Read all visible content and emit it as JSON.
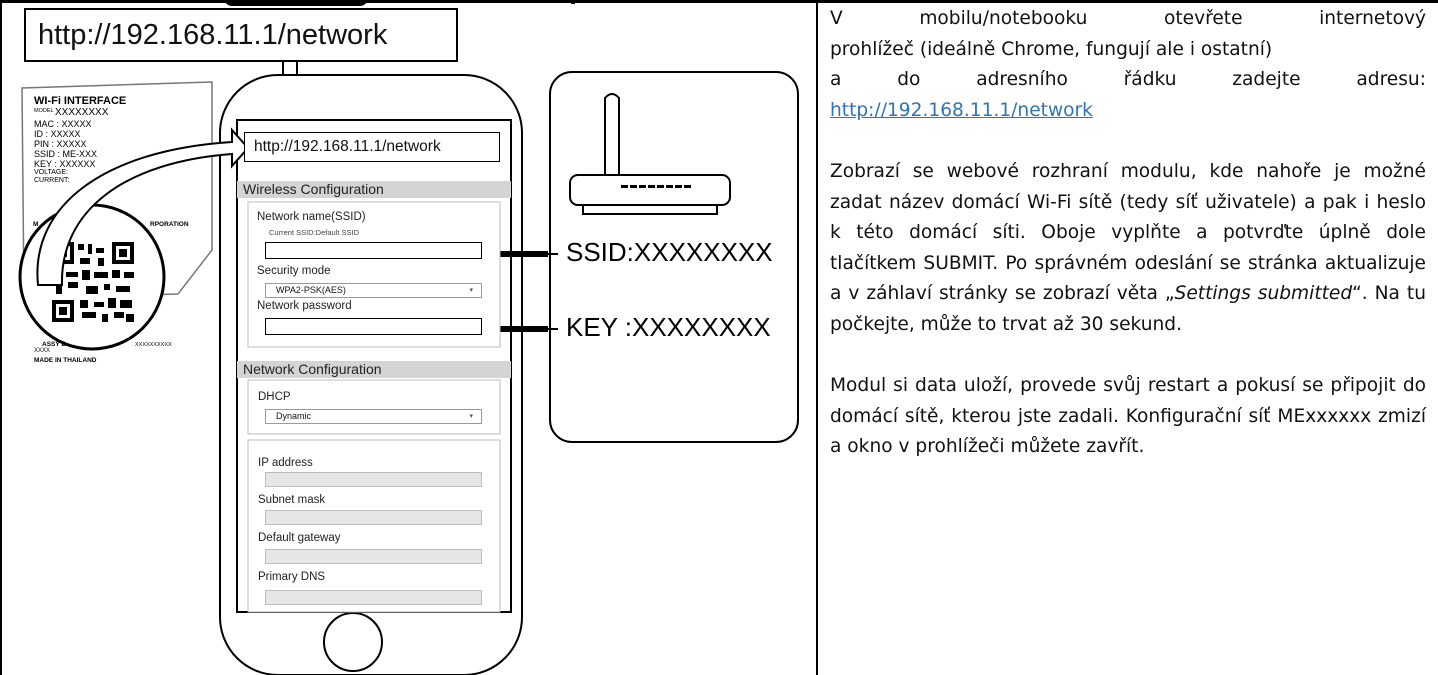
{
  "illustration": {
    "big_url": "http://192.168.11.1/network",
    "label_card": {
      "title": "WI-Fi INTERFACE",
      "model_key": "MODEL",
      "model_val": "XXXXXXXX",
      "mac": "MAC    : XXXXX",
      "id": "ID     : XXXXX",
      "pin": "PIN    : XXXXX",
      "ssid": "SSID : ME-XXX",
      "key": "KEY   : XXXXXX",
      "voltage": "VOLTAGE:",
      "current": "CURRENT:",
      "corp": "RPORATION",
      "corp_left": "M",
      "assy": "ASSY D",
      "assy_val": "XXXXXXXXXX",
      "assy_left": "XXXX",
      "made_in": "MADE IN THAILAND"
    },
    "phone": {
      "url": "http://192.168.11.1/network",
      "wireless_section": "Wireless Configuration",
      "ssid_label": "Network name(SSID)",
      "ssid_hint": "Current SSID:Default SSID",
      "security_label": "Security mode",
      "security_value": "WPA2-PSK(AES)",
      "password_label": "Network password",
      "network_section": "Network Configuration",
      "dhcp_label": "DHCP",
      "dhcp_value": "Dynamic",
      "ip_label": "IP address",
      "subnet_label": "Subnet mask",
      "gateway_label": "Default gateway",
      "dns_label": "Primary DNS"
    },
    "router": {
      "ssid_text": "SSID:XXXXXXXX",
      "key_text": "KEY :XXXXXXXX"
    }
  },
  "text": {
    "p1_line1_words": [
      "V",
      "mobilu/notebooku",
      "otevřete",
      "internetový"
    ],
    "p1_line2": "prohlížeč (ideálně Chrome, fungují ale i ostatní)",
    "p1_line3_words": [
      "a",
      "do",
      "adresního",
      "řádku",
      "zadejte",
      "adresu:"
    ],
    "p1_link": "http://192.168.11.1/network",
    "p2_main": "Zobrazí se webové rozhraní modulu, kde nahoře je možné zadat název domácí Wi-Fi sítě (tedy síť uživatele) a pak i heslo k této domácí síti. Oboje vyplňte a potvrďte úplně dole tlačítkem SUBMIT. Po správném odeslání se stránka aktualizuje a v záhlaví stránky se zobrazí věta „",
    "p2_italic": "Settings submitted",
    "p2_end": "“. Na tu počkejte, může to trvat až 30 sekund.",
    "p3": "Modul si data uloží, provede svůj restart a pokusí se připojit do domácí sítě, kterou jste zadali. Konfigurační síť MExxxxxx zmizí a okno v prohlížeči můžete zavřít."
  }
}
